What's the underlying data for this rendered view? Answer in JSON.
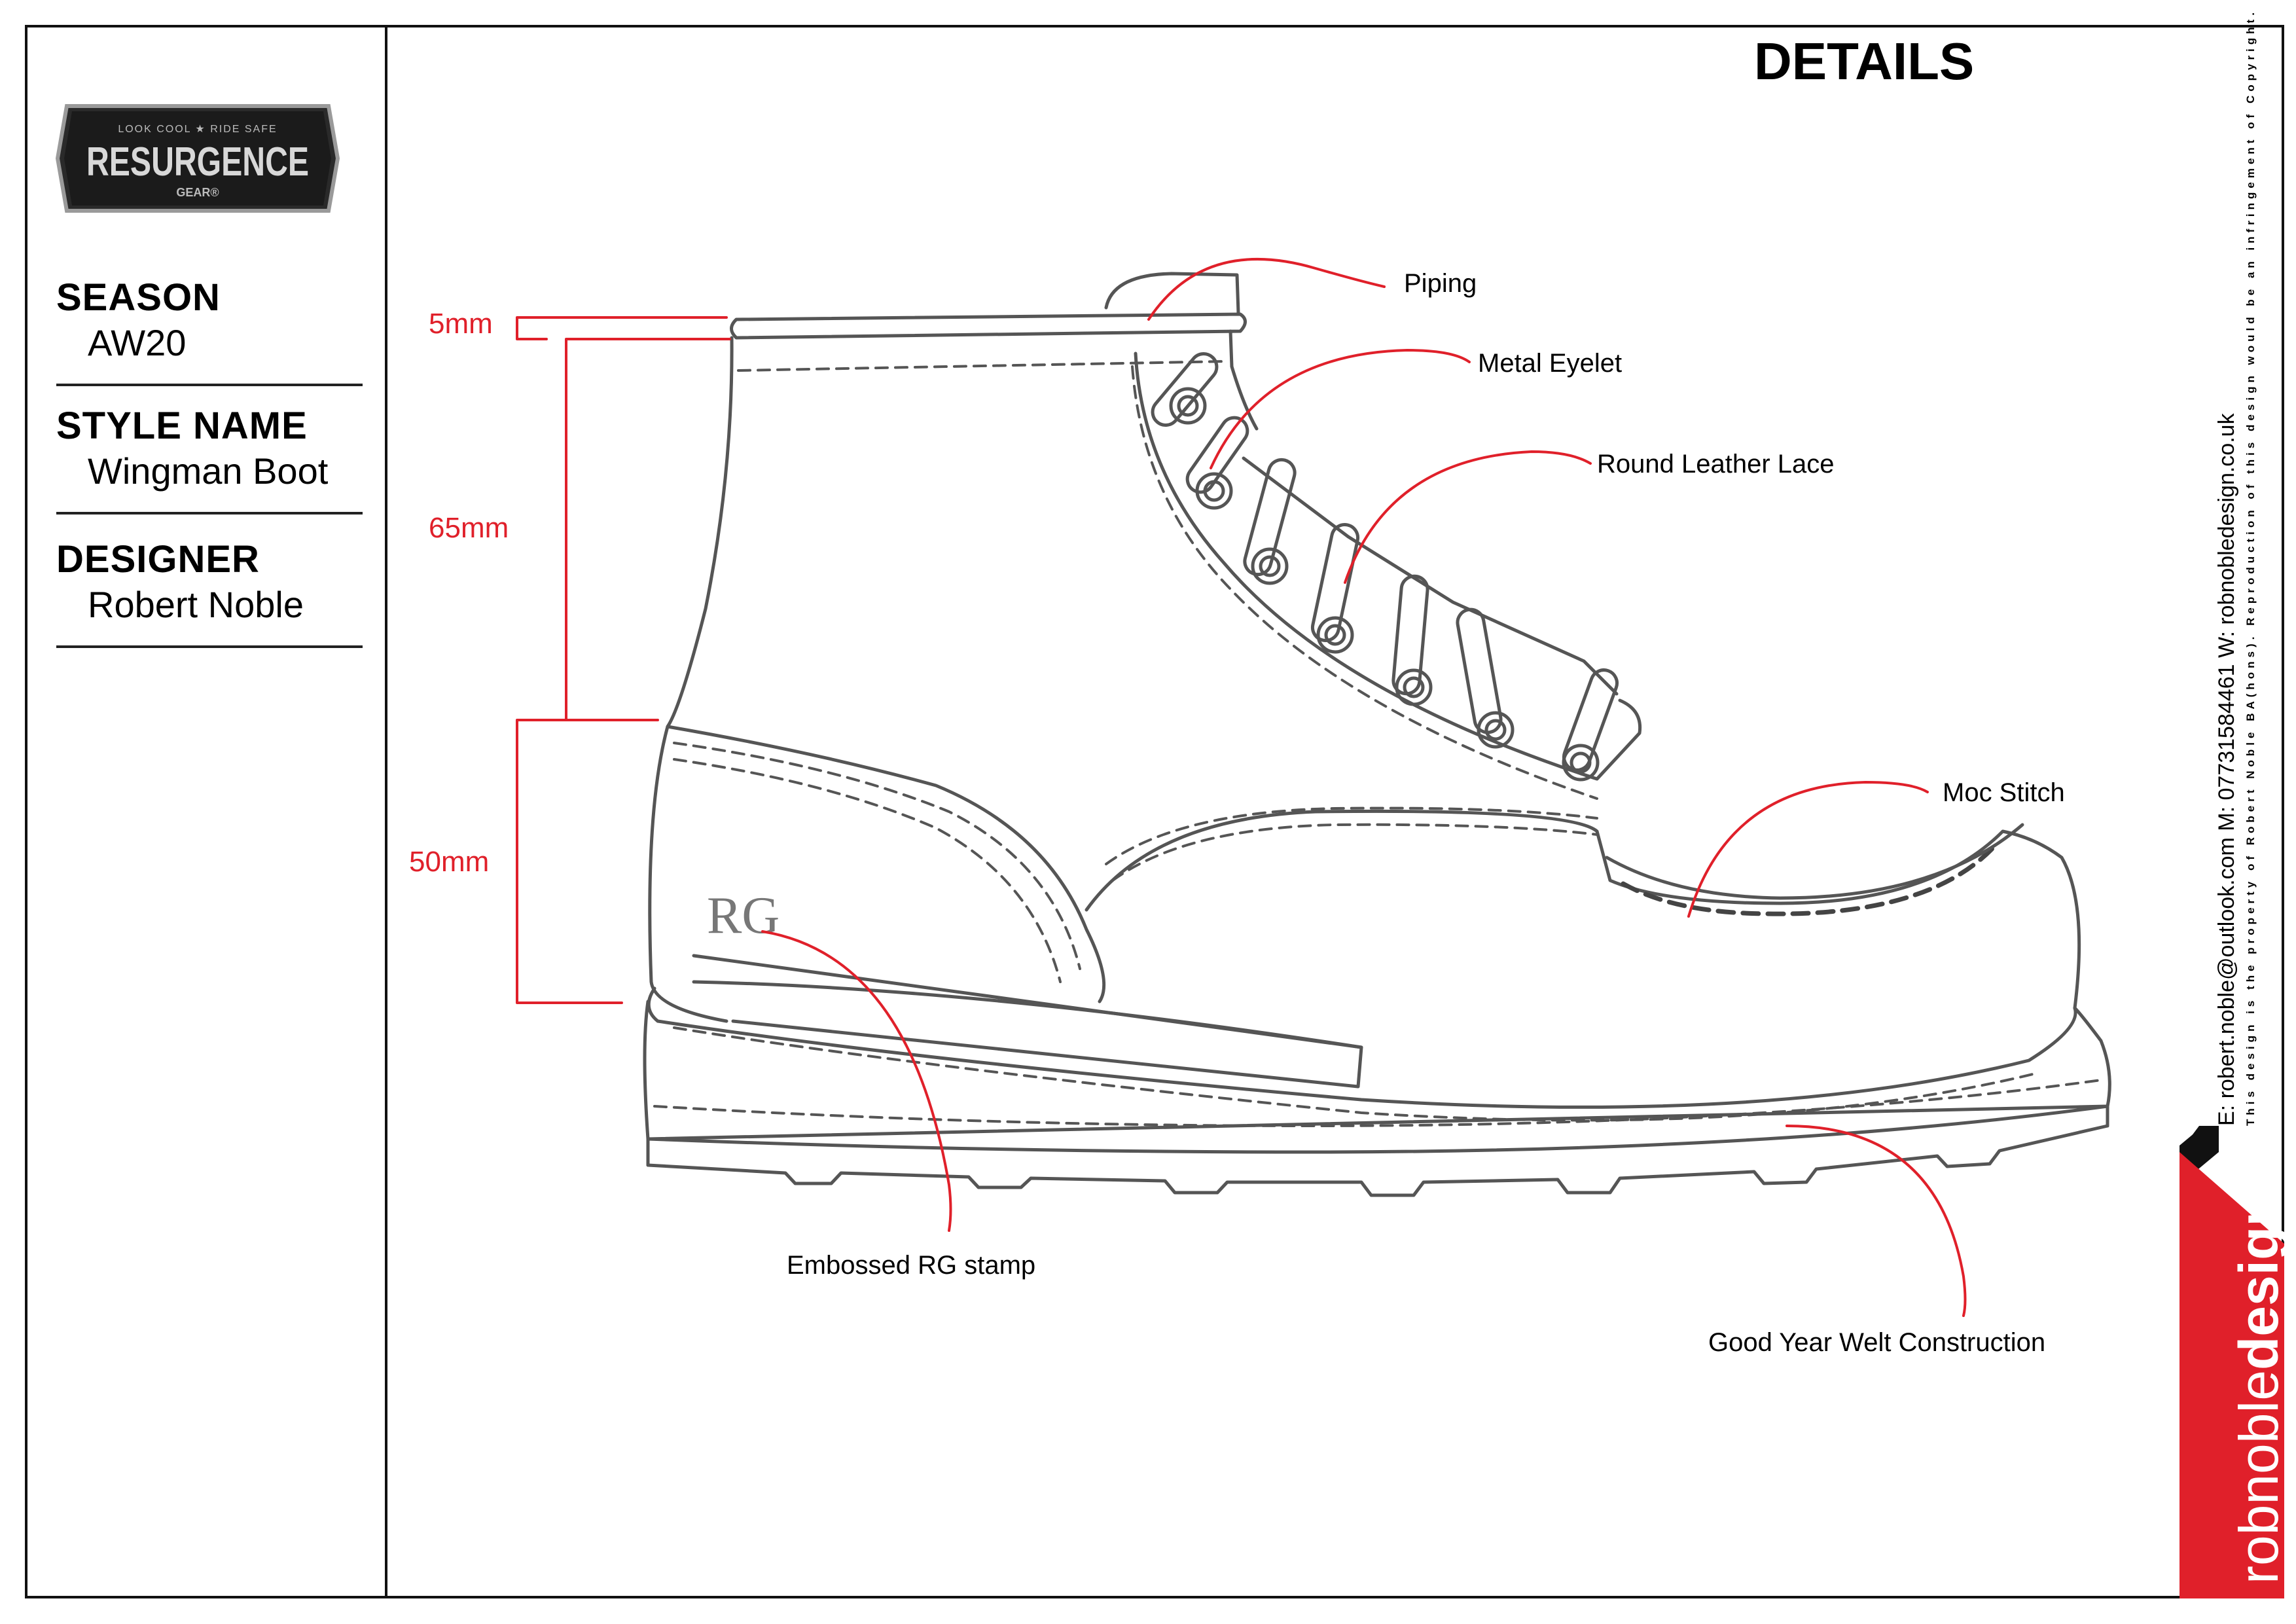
{
  "brand": {
    "logo_text": "RESURGENCE",
    "logo_tagline": "LOOK COOL ★ RIDE SAFE",
    "logo_sub": "GEAR®"
  },
  "specs": [
    {
      "label": "SEASON",
      "value": "AW20"
    },
    {
      "label": "STYLE NAME",
      "value": "Wingman Boot"
    },
    {
      "label": "DESIGNER",
      "value": "Robert Noble"
    }
  ],
  "page_title": "DETAILS",
  "callouts": {
    "piping": "Piping",
    "metal_eyelet": "Metal Eyelet",
    "round_leather_lace": "Round Leather Lace",
    "moc_stitch": "Moc Stitch",
    "embossed_stamp": "Embossed RG stamp",
    "goodyear_welt": "Good Year Welt Construction"
  },
  "dimensions": {
    "top": "5mm",
    "middle": "65mm",
    "bottom": "50mm"
  },
  "stamp_text": "RG",
  "contact": {
    "line": "E: robert.noble@outlook.com   M: 07731584461   W: robnobledesign.co.uk",
    "copyright": "This design is the property of Robert Noble BA(hons).  Reproduction of this design would be an infringement of Copyright."
  },
  "designer_brand": {
    "light": "robnoble",
    "bold": "design"
  },
  "colors": {
    "accent": "#e0202a",
    "line": "#555555",
    "ink": "#111111"
  }
}
